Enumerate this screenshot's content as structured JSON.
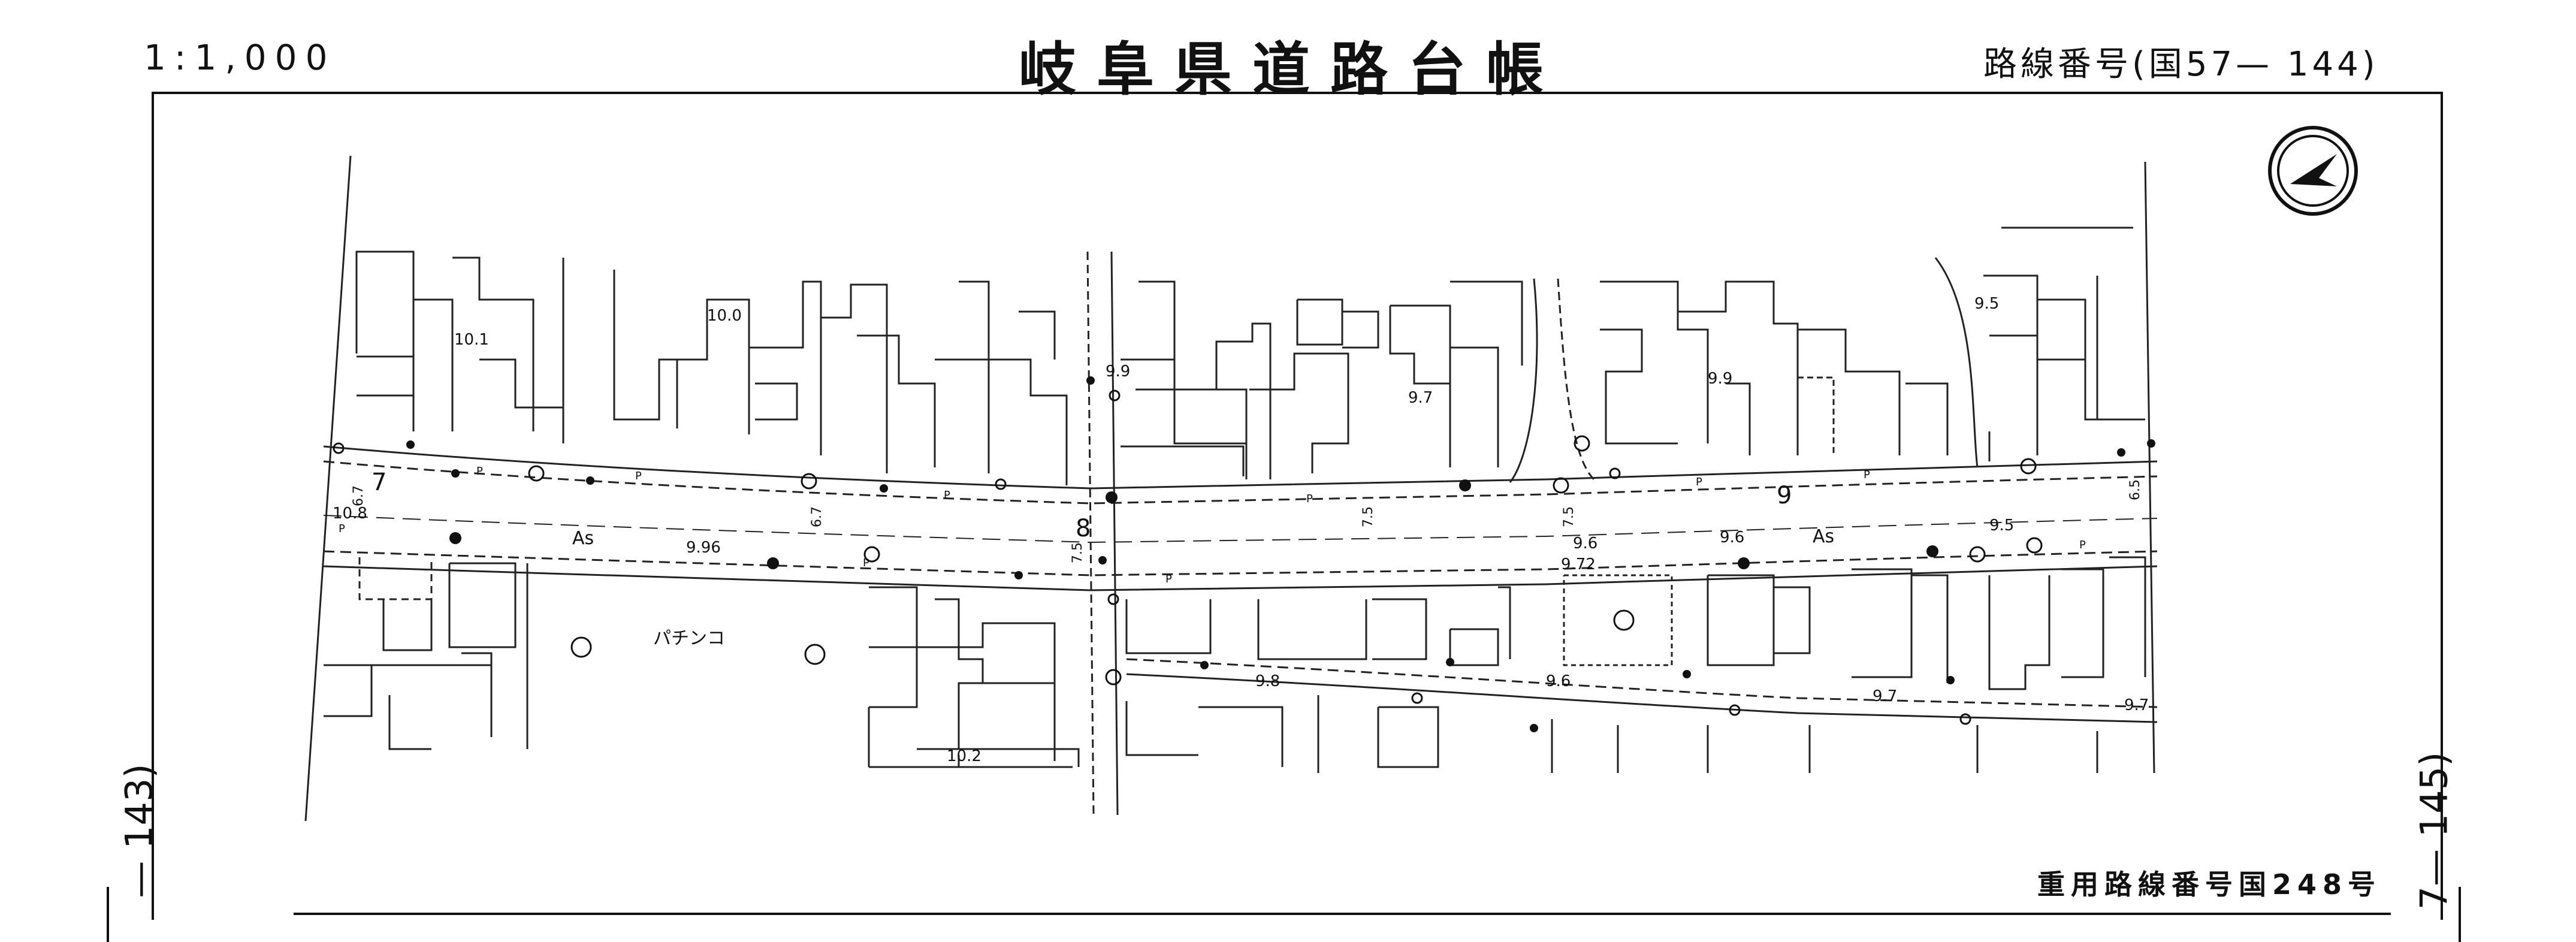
{
  "header": {
    "scale": "1:1,000",
    "title": "岐阜県道路台帳",
    "route_number": "路線番号(国57— 144)"
  },
  "footer": {
    "duplicate_route": "重用路線番号国248号"
  },
  "side_refs": {
    "left": "— 143)",
    "right": "7— 145)"
  },
  "map": {
    "elevations": [
      "10.0",
      "10.1",
      "9.9",
      "9.7",
      "9.9",
      "9.5",
      "10.8",
      "9.96",
      "9.72",
      "9.6",
      "9.5",
      "9.8",
      "9.6",
      "9.7",
      "9.7",
      "10.2",
      "9.6"
    ],
    "road_widths": [
      "6.7",
      "6.7",
      "7.5",
      "7.5",
      "7.5",
      "6.5"
    ],
    "surface_labels": [
      "As",
      "As"
    ],
    "kilometer_posts": [
      "7",
      "8",
      "9"
    ],
    "place_labels": [
      "パチンコ"
    ],
    "markers": [
      "P",
      "P",
      "P",
      "P",
      "P",
      "P",
      "P",
      "P",
      "P",
      "P"
    ]
  },
  "north_arrow": "north-arrow-icon"
}
